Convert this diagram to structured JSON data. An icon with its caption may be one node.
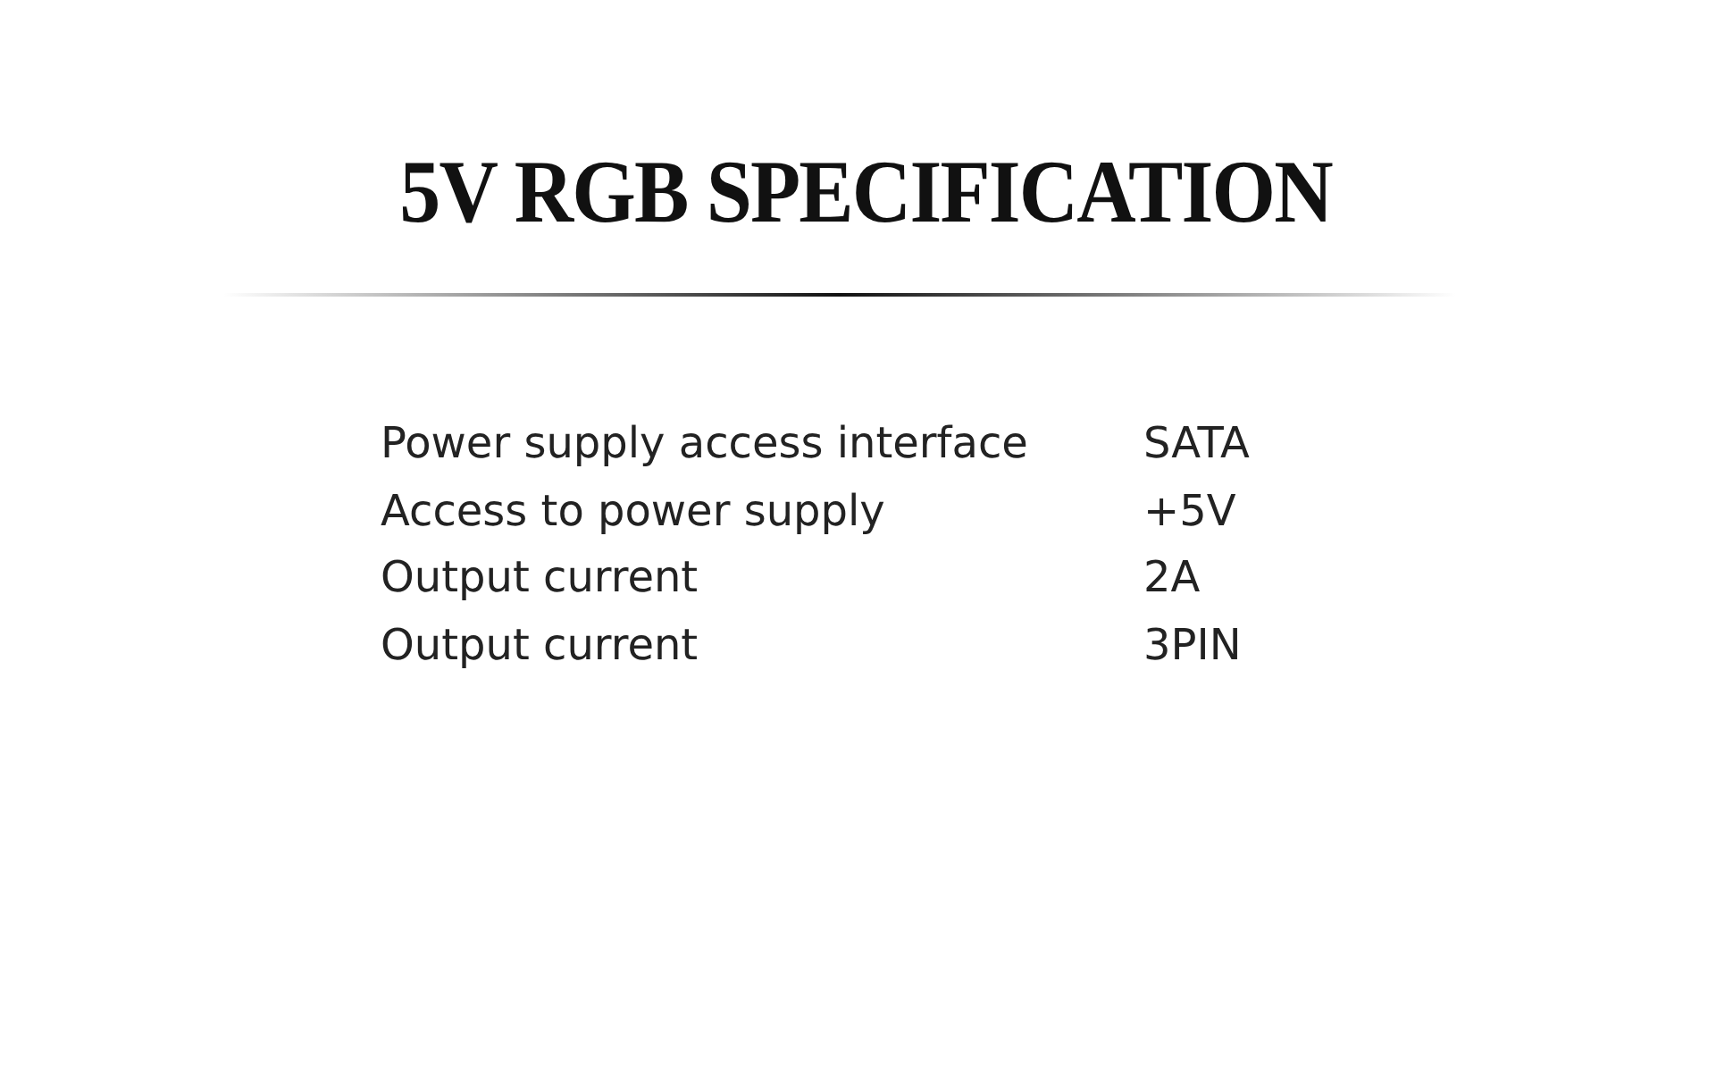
{
  "diagram": {
    "title": "5V RGB SPECIFICATION",
    "labels": [
      "Power supply access interface",
      "SATA",
      "Access to power supply",
      "+5V",
      "Output current",
      "2A",
      "Output current",
      "3PIN"
    ]
  }
}
